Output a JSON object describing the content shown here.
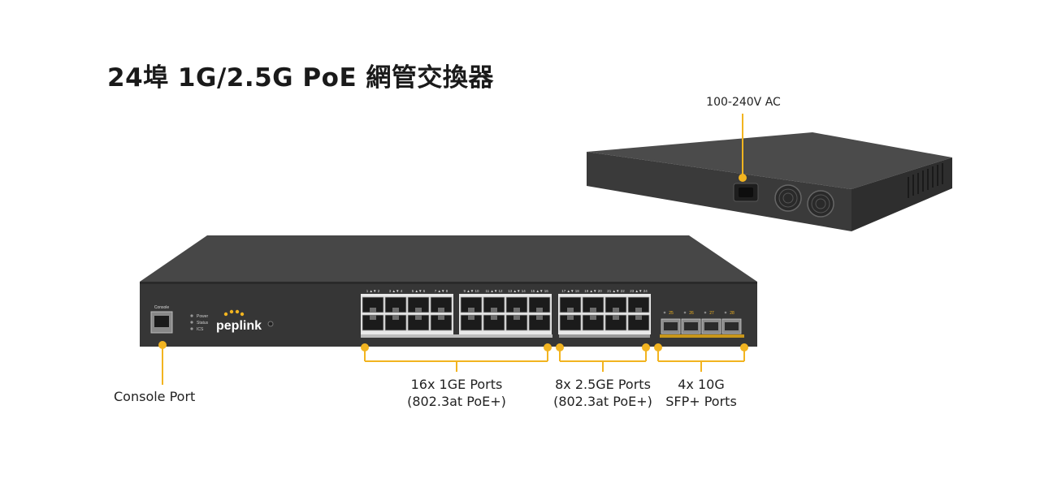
{
  "title": "24埠 1G/2.5G PoE 網管交換器",
  "labels": {
    "power": "100-240V AC",
    "console": "Console Port",
    "ge_ports_line1": "16x 1GE Ports",
    "ge_ports_line2": "(802.3at PoE+)",
    "ge25_ports_line1": "8x 2.5GE Ports",
    "ge25_ports_line2": "(802.3at PoE+)",
    "sfp_line1": "4x 10G",
    "sfp_line2": "SFP+ Ports"
  },
  "device": {
    "brand": "peplink",
    "console_text": "Console",
    "leds": [
      "Power",
      "Status",
      "ICS"
    ],
    "port_group_labels": [
      "1 ▲▼ 2",
      "3 ▲▼ 4",
      "5 ▲▼ 6",
      "7 ▲▼ 8",
      "9 ▲▼ 10",
      "11 ▲▼ 12",
      "13 ▲▼ 14",
      "15 ▲▼ 16",
      "17 ▲▼ 18",
      "19 ▲▼ 20",
      "21 ▲▼ 22",
      "23 ▲▼ 24"
    ],
    "sfp_labels": [
      "25",
      "26",
      "27",
      "28"
    ]
  },
  "colors": {
    "accent": "#f2b420",
    "chassis": "#3c3c3c",
    "chassis_top": "#4a4a4a",
    "label_text": "#222222"
  }
}
